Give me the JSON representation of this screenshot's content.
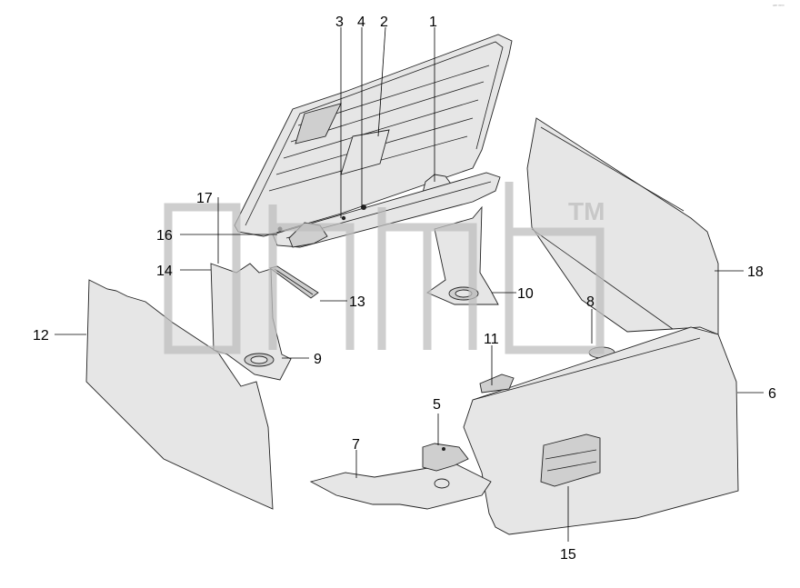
{
  "corner_text": "⁴⁴⁸ ⁰⁰⁰⁰",
  "watermark": {
    "trademark": "TM",
    "color": "#bdbdbd"
  },
  "callouts": [
    {
      "id": "c1",
      "label": "1"
    },
    {
      "id": "c2",
      "label": "2"
    },
    {
      "id": "c3",
      "label": "3"
    },
    {
      "id": "c4",
      "label": "4"
    },
    {
      "id": "c5",
      "label": "5"
    },
    {
      "id": "c6",
      "label": "6"
    },
    {
      "id": "c7",
      "label": "7"
    },
    {
      "id": "c8",
      "label": "8"
    },
    {
      "id": "c9",
      "label": "9"
    },
    {
      "id": "c10",
      "label": "10"
    },
    {
      "id": "c11",
      "label": "11"
    },
    {
      "id": "c12",
      "label": "12"
    },
    {
      "id": "c13",
      "label": "13"
    },
    {
      "id": "c14",
      "label": "14"
    },
    {
      "id": "c15",
      "label": "15"
    },
    {
      "id": "c16",
      "label": "16"
    },
    {
      "id": "c17",
      "label": "17"
    },
    {
      "id": "c18",
      "label": "18"
    }
  ]
}
